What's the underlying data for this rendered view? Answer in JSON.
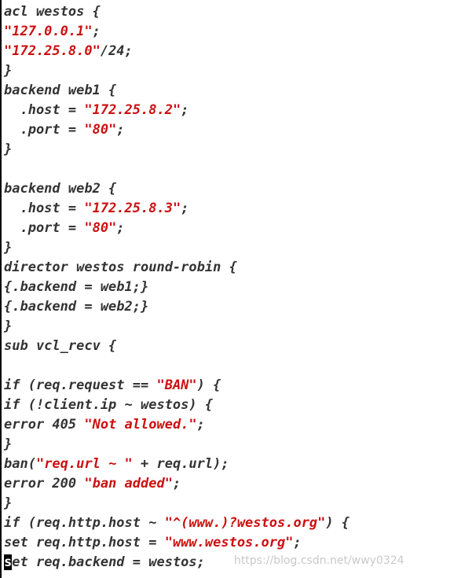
{
  "editor": {
    "lines": [
      [
        {
          "t": "acl westos {",
          "s": false
        }
      ],
      [
        {
          "t": "\"127.0.0.1\"",
          "s": true
        },
        {
          "t": ";",
          "s": false
        }
      ],
      [
        {
          "t": "\"172.25.8.0\"",
          "s": true
        },
        {
          "t": "/24;",
          "s": false
        }
      ],
      [
        {
          "t": "}",
          "s": false
        }
      ],
      [
        {
          "t": "backend web1 {",
          "s": false
        }
      ],
      [
        {
          "t": "  .host = ",
          "s": false
        },
        {
          "t": "\"172.25.8.2\"",
          "s": true
        },
        {
          "t": ";",
          "s": false
        }
      ],
      [
        {
          "t": "  .port = ",
          "s": false
        },
        {
          "t": "\"80\"",
          "s": true
        },
        {
          "t": ";",
          "s": false
        }
      ],
      [
        {
          "t": "}",
          "s": false
        }
      ],
      [
        {
          "t": "",
          "s": false
        }
      ],
      [
        {
          "t": "backend web2 {",
          "s": false
        }
      ],
      [
        {
          "t": "  .host = ",
          "s": false
        },
        {
          "t": "\"172.25.8.3\"",
          "s": true
        },
        {
          "t": ";",
          "s": false
        }
      ],
      [
        {
          "t": "  .port = ",
          "s": false
        },
        {
          "t": "\"80\"",
          "s": true
        },
        {
          "t": ";",
          "s": false
        }
      ],
      [
        {
          "t": "}",
          "s": false
        }
      ],
      [
        {
          "t": "director westos round-robin {",
          "s": false
        }
      ],
      [
        {
          "t": "{.backend = web1;}",
          "s": false
        }
      ],
      [
        {
          "t": "{.backend = web2;}",
          "s": false
        }
      ],
      [
        {
          "t": "}",
          "s": false
        }
      ],
      [
        {
          "t": "sub vcl_recv {",
          "s": false
        }
      ],
      [
        {
          "t": "",
          "s": false
        }
      ],
      [
        {
          "t": "if (req.request == ",
          "s": false
        },
        {
          "t": "\"BAN\"",
          "s": true
        },
        {
          "t": ") {",
          "s": false
        }
      ],
      [
        {
          "t": "if (!client.ip ~ westos) {",
          "s": false
        }
      ],
      [
        {
          "t": "error 405 ",
          "s": false
        },
        {
          "t": "\"Not allowed.\"",
          "s": true
        },
        {
          "t": ";",
          "s": false
        }
      ],
      [
        {
          "t": "}",
          "s": false
        }
      ],
      [
        {
          "t": "ban(",
          "s": false
        },
        {
          "t": "\"req.url ~ \"",
          "s": true
        },
        {
          "t": " + req.url);",
          "s": false
        }
      ],
      [
        {
          "t": "error 200 ",
          "s": false
        },
        {
          "t": "\"ban added\"",
          "s": true
        },
        {
          "t": ";",
          "s": false
        }
      ],
      [
        {
          "t": "}",
          "s": false
        }
      ],
      [
        {
          "t": "if (req.http.host ~ ",
          "s": false
        },
        {
          "t": "\"^(www.)?westos.org\"",
          "s": true
        },
        {
          "t": ") {",
          "s": false
        }
      ],
      [
        {
          "t": "set req.http.host = ",
          "s": false
        },
        {
          "t": "\"www.westos.org\"",
          "s": true
        },
        {
          "t": ";",
          "s": false
        }
      ],
      [
        {
          "t": "s",
          "s": false,
          "cursor": true
        },
        {
          "t": "et req.backend = westos;",
          "s": false
        }
      ]
    ],
    "colors": {
      "text": "#333333",
      "string": "#cc1010",
      "background": "#ffffff",
      "cursor": "#000000"
    }
  },
  "watermark": {
    "text": "https://blog.csdn.net/wwy0324"
  }
}
